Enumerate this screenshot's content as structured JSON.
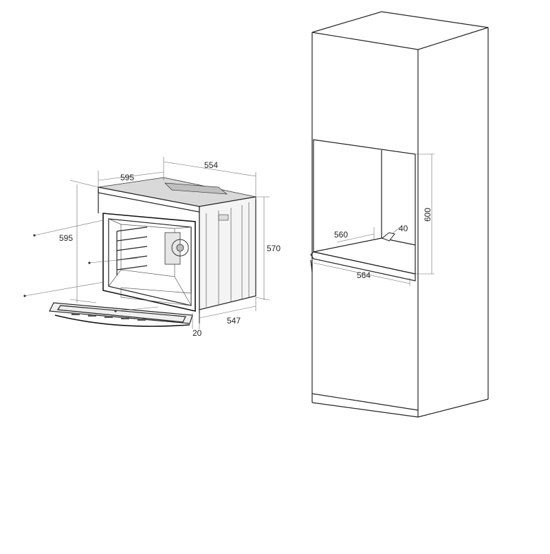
{
  "oven": {
    "labels": {
      "depth_top": "554",
      "width_top": "595",
      "height_left": "595",
      "height_right": "570",
      "depth_bottom": "547",
      "door_offset": "20"
    }
  },
  "cabinet": {
    "labels": {
      "niche_depth": "560",
      "vent_depth": "40",
      "niche_width": "564",
      "niche_height": "600"
    }
  }
}
